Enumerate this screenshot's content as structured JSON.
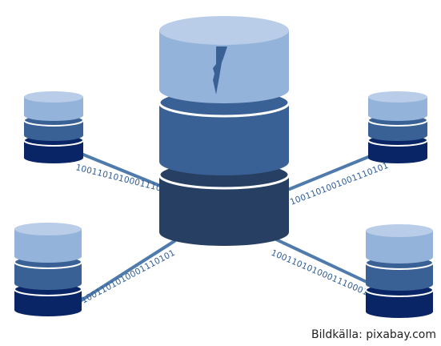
{
  "diagram": {
    "binary_labels": {
      "top_left": "100110101000111010",
      "top_right": "1001101001001110101",
      "bottom_left": "1001101010001110101",
      "bottom_right": "1001101010001110001"
    },
    "credit": "Bildkälla: pixabay.com",
    "icons": [
      "central-database-icon",
      "lightning-bolt-icon",
      "database-icon"
    ],
    "colors": {
      "light_blue": "#94b3da",
      "light_blue_top": "#b9cde8",
      "mid_blue": "#3a6195",
      "dark_navy": "#263f63",
      "small_dark": "#0a2566",
      "connector": "#4f7aac"
    }
  }
}
